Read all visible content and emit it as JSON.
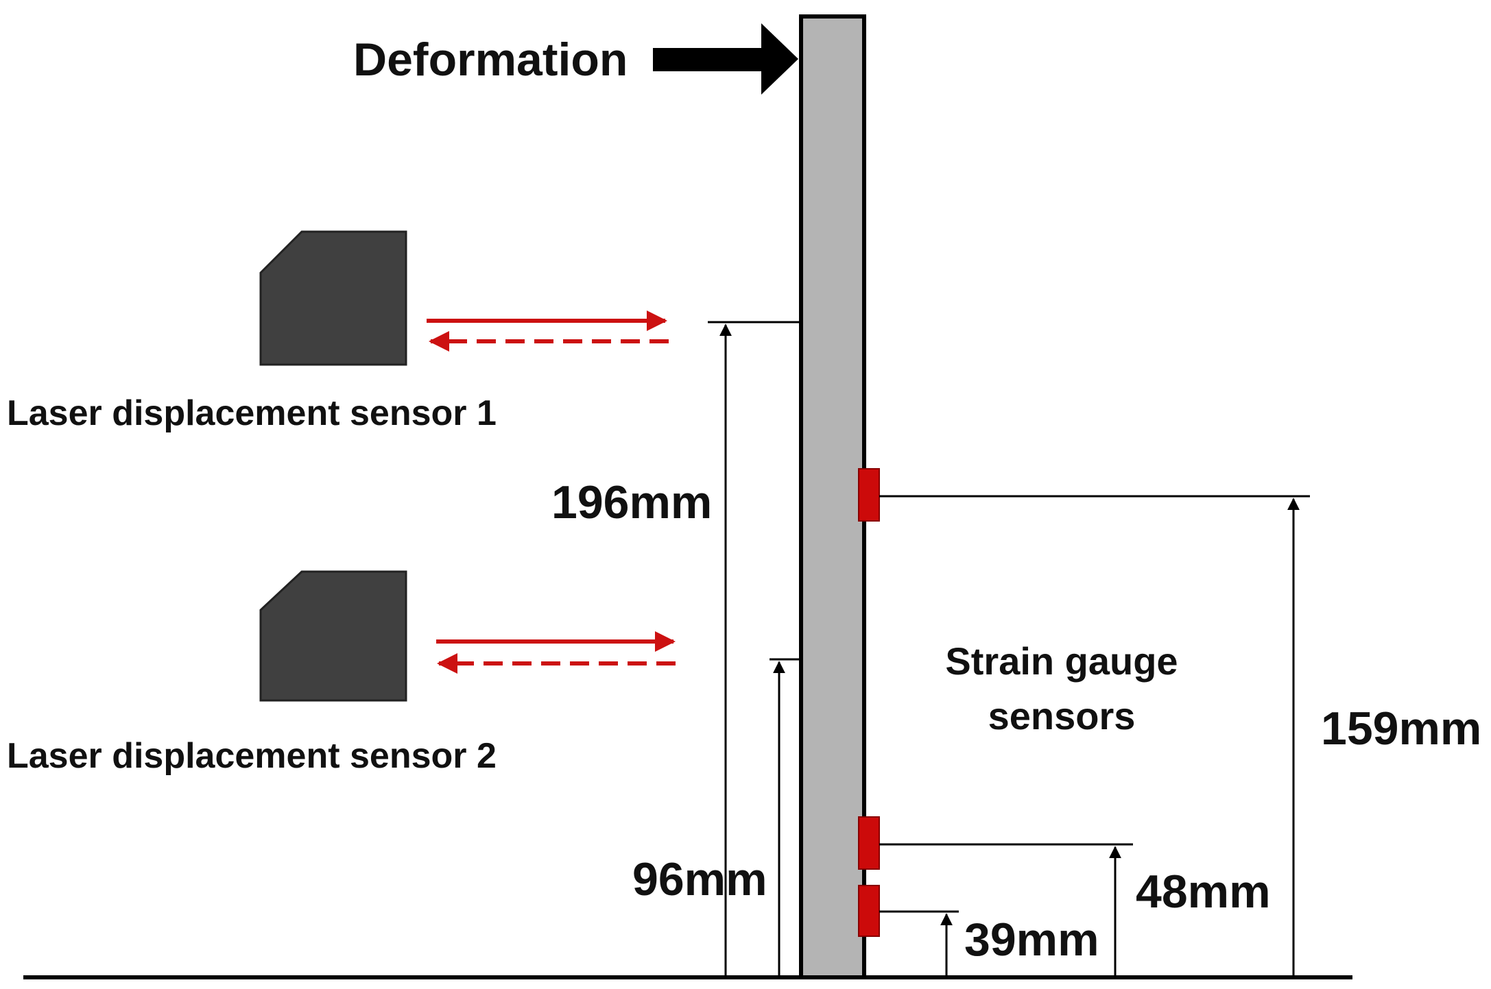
{
  "labels": {
    "deformation": "Deformation",
    "laser_sensor_1": "Laser displacement sensor 1",
    "laser_sensor_2": "Laser displacement sensor 2",
    "strain_gauge_line1": "Strain gauge",
    "strain_gauge_line2": "sensors"
  },
  "dimensions": {
    "laser_1_height": "196mm",
    "laser_2_height": "96mm",
    "gauge_top_height": "159mm",
    "gauge_mid_height": "48mm",
    "gauge_low_height": "39mm"
  },
  "colors": {
    "beam_fill": "#b4b4b4",
    "sensor_body": "#404040",
    "laser_beam": "#cc1111",
    "strain_gauge": "#cc0a0a",
    "line": "#000000"
  }
}
